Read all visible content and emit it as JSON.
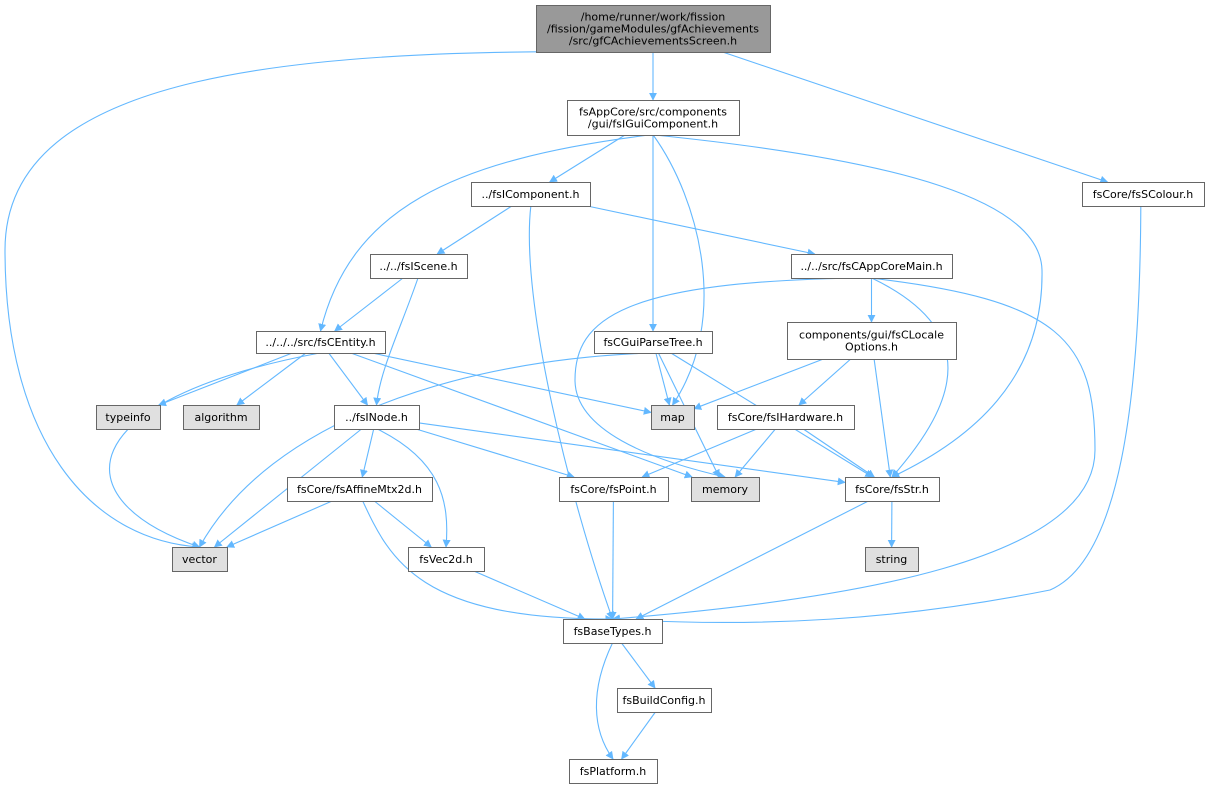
{
  "colors": {
    "edge": "#63b8ff",
    "root_fill": "#999999",
    "header_fill": "#ffffff",
    "system_fill": "#e0e0e0",
    "border": "#666666"
  },
  "nodes": [
    {
      "id": "root",
      "kind": "root",
      "lines": [
        "/home/runner/work/fission",
        "/fission/gameModules/gfAchievements",
        "/src/gfCAchievementsScreen.h"
      ]
    },
    {
      "id": "guicomp",
      "kind": "header",
      "lines": [
        "fsAppCore/src/components",
        "/gui/fsIGuiComponent.h"
      ]
    },
    {
      "id": "colour",
      "kind": "header",
      "lines": [
        "fsCore/fsSColour.h"
      ]
    },
    {
      "id": "icomp",
      "kind": "header",
      "lines": [
        "../fsIComponent.h"
      ]
    },
    {
      "id": "iscene",
      "kind": "header",
      "lines": [
        "../../fsIScene.h"
      ]
    },
    {
      "id": "appcore",
      "kind": "header",
      "lines": [
        "../../src/fsCAppCoreMain.h"
      ]
    },
    {
      "id": "entity",
      "kind": "header",
      "lines": [
        "../../../src/fsCEntity.h"
      ]
    },
    {
      "id": "parsetree",
      "kind": "header",
      "lines": [
        "fsCGuiParseTree.h"
      ]
    },
    {
      "id": "locale",
      "kind": "header",
      "lines": [
        "components/gui/fsCLocale",
        "Options.h"
      ]
    },
    {
      "id": "typeinfo",
      "kind": "system",
      "lines": [
        "typeinfo"
      ]
    },
    {
      "id": "algorithm",
      "kind": "system",
      "lines": [
        "algorithm"
      ]
    },
    {
      "id": "inode",
      "kind": "header",
      "lines": [
        "../fsINode.h"
      ]
    },
    {
      "id": "map",
      "kind": "system",
      "lines": [
        "map"
      ]
    },
    {
      "id": "hardware",
      "kind": "header",
      "lines": [
        "fsCore/fsIHardware.h"
      ]
    },
    {
      "id": "affine",
      "kind": "header",
      "lines": [
        "fsCore/fsAffineMtx2d.h"
      ]
    },
    {
      "id": "point",
      "kind": "header",
      "lines": [
        "fsCore/fsPoint.h"
      ]
    },
    {
      "id": "memory",
      "kind": "system",
      "lines": [
        "memory"
      ]
    },
    {
      "id": "str",
      "kind": "header",
      "lines": [
        "fsCore/fsStr.h"
      ]
    },
    {
      "id": "vector",
      "kind": "system",
      "lines": [
        "vector"
      ]
    },
    {
      "id": "vec2d",
      "kind": "header",
      "lines": [
        "fsVec2d.h"
      ]
    },
    {
      "id": "string",
      "kind": "system",
      "lines": [
        "string"
      ]
    },
    {
      "id": "basetypes",
      "kind": "header",
      "lines": [
        "fsBaseTypes.h"
      ]
    },
    {
      "id": "buildconfig",
      "kind": "header",
      "lines": [
        "fsBuildConfig.h"
      ]
    },
    {
      "id": "platform",
      "kind": "header",
      "lines": [
        "fsPlatform.h"
      ]
    }
  ],
  "edges": [
    [
      "root",
      "guicomp"
    ],
    [
      "root",
      "colour"
    ],
    [
      "root",
      "vector"
    ],
    [
      "guicomp",
      "icomp"
    ],
    [
      "guicomp",
      "entity"
    ],
    [
      "guicomp",
      "parsetree"
    ],
    [
      "guicomp",
      "map"
    ],
    [
      "guicomp",
      "str"
    ],
    [
      "colour",
      "basetypes"
    ],
    [
      "icomp",
      "iscene"
    ],
    [
      "icomp",
      "appcore"
    ],
    [
      "icomp",
      "basetypes"
    ],
    [
      "iscene",
      "entity"
    ],
    [
      "iscene",
      "inode"
    ],
    [
      "appcore",
      "locale"
    ],
    [
      "appcore",
      "memory"
    ],
    [
      "appcore",
      "str"
    ],
    [
      "appcore",
      "basetypes"
    ],
    [
      "entity",
      "typeinfo"
    ],
    [
      "entity",
      "algorithm"
    ],
    [
      "entity",
      "inode"
    ],
    [
      "entity",
      "map"
    ],
    [
      "entity",
      "memory"
    ],
    [
      "entity",
      "vector"
    ],
    [
      "parsetree",
      "map"
    ],
    [
      "parsetree",
      "memory"
    ],
    [
      "parsetree",
      "str"
    ],
    [
      "parsetree",
      "vector"
    ],
    [
      "locale",
      "map"
    ],
    [
      "locale",
      "hardware"
    ],
    [
      "locale",
      "str"
    ],
    [
      "inode",
      "affine"
    ],
    [
      "inode",
      "point"
    ],
    [
      "inode",
      "str"
    ],
    [
      "inode",
      "vec2d"
    ],
    [
      "inode",
      "vector"
    ],
    [
      "hardware",
      "point"
    ],
    [
      "hardware",
      "memory"
    ],
    [
      "hardware",
      "str"
    ],
    [
      "affine",
      "vector"
    ],
    [
      "affine",
      "vec2d"
    ],
    [
      "affine",
      "basetypes"
    ],
    [
      "point",
      "basetypes"
    ],
    [
      "str",
      "string"
    ],
    [
      "str",
      "basetypes"
    ],
    [
      "vec2d",
      "basetypes"
    ],
    [
      "basetypes",
      "buildconfig"
    ],
    [
      "basetypes",
      "platform"
    ],
    [
      "buildconfig",
      "platform"
    ]
  ]
}
